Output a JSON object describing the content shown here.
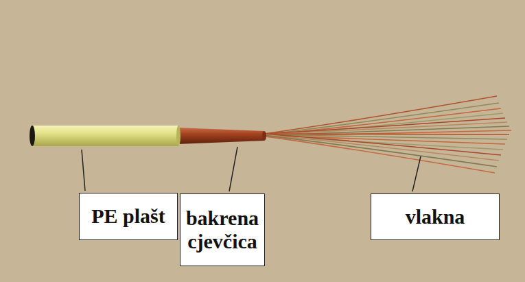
{
  "diagram": {
    "nodes": [
      {
        "text": [
          "PE plašt"
        ]
      },
      {
        "text": [
          "bakrena cjevčica"
        ]
      },
      {
        "text": [
          "vlakna"
        ]
      }
    ]
  }
}
